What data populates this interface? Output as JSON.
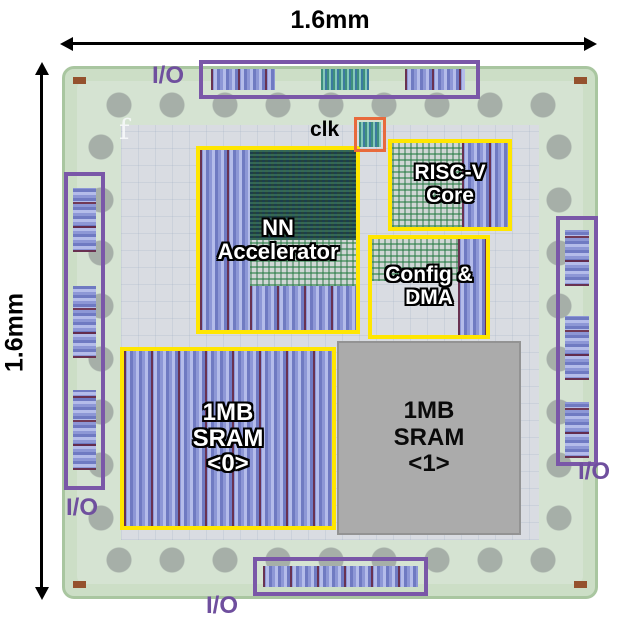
{
  "figure": {
    "width_label": "1.6mm",
    "height_label": "1.6mm",
    "die_mark": "f"
  },
  "io": {
    "top_label": "I/O",
    "left_label": "I/O",
    "right_label": "I/O",
    "bottom_label": "I/O"
  },
  "blocks": {
    "clk": {
      "label": "clk"
    },
    "nn": {
      "label": "NN\nAccelerator"
    },
    "riscv": {
      "label": "RISC-V\nCore"
    },
    "config_dma": {
      "label": "Config &\nDMA"
    },
    "sram0": {
      "label": "1MB\nSRAM\n<0>"
    },
    "sram1": {
      "label": "1MB\nSRAM\n<1>"
    }
  },
  "colors": {
    "annotation_yellow": "#ffe600",
    "annotation_purple": "#7a57a8",
    "annotation_orange": "#e86a3c",
    "io_text": "#6f4f9e",
    "label_text": "#ffffff",
    "sram1_fill": "#ababab",
    "die_green": "#ccdec6"
  }
}
